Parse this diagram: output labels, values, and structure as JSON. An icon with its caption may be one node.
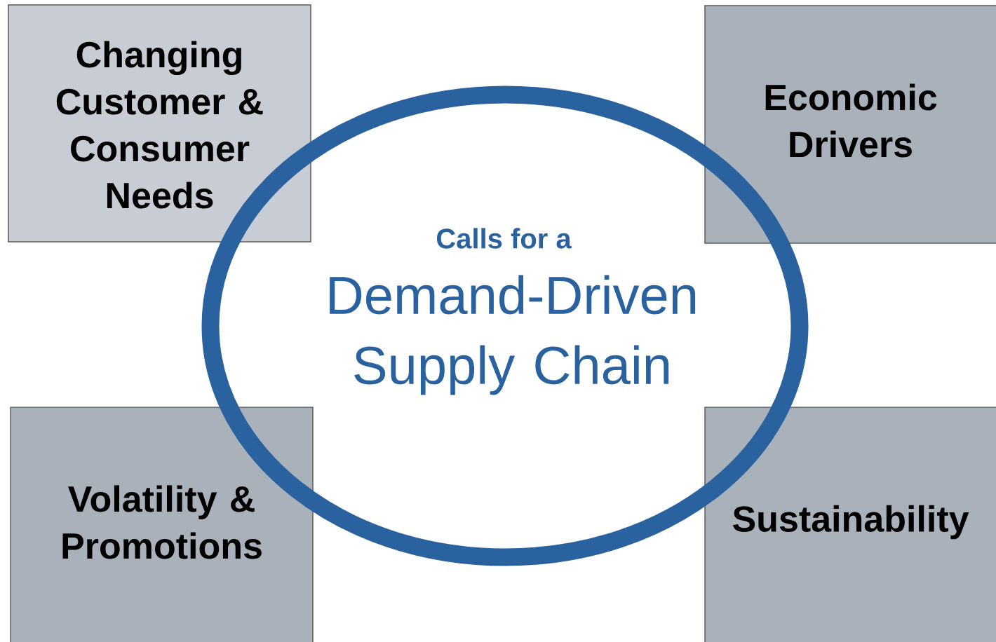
{
  "diagram": {
    "nodes": [
      {
        "text": [
          "Changing Customer & Consumer Needs"
        ]
      },
      {
        "text": [
          "Economic Drivers"
        ]
      },
      {
        "text": [
          "Volatility & Promotions"
        ]
      },
      {
        "text": [
          "Sustainability"
        ]
      },
      {
        "text": [
          "Calls for a",
          "Demand-Driven Supply Chain"
        ]
      }
    ],
    "edges": []
  }
}
